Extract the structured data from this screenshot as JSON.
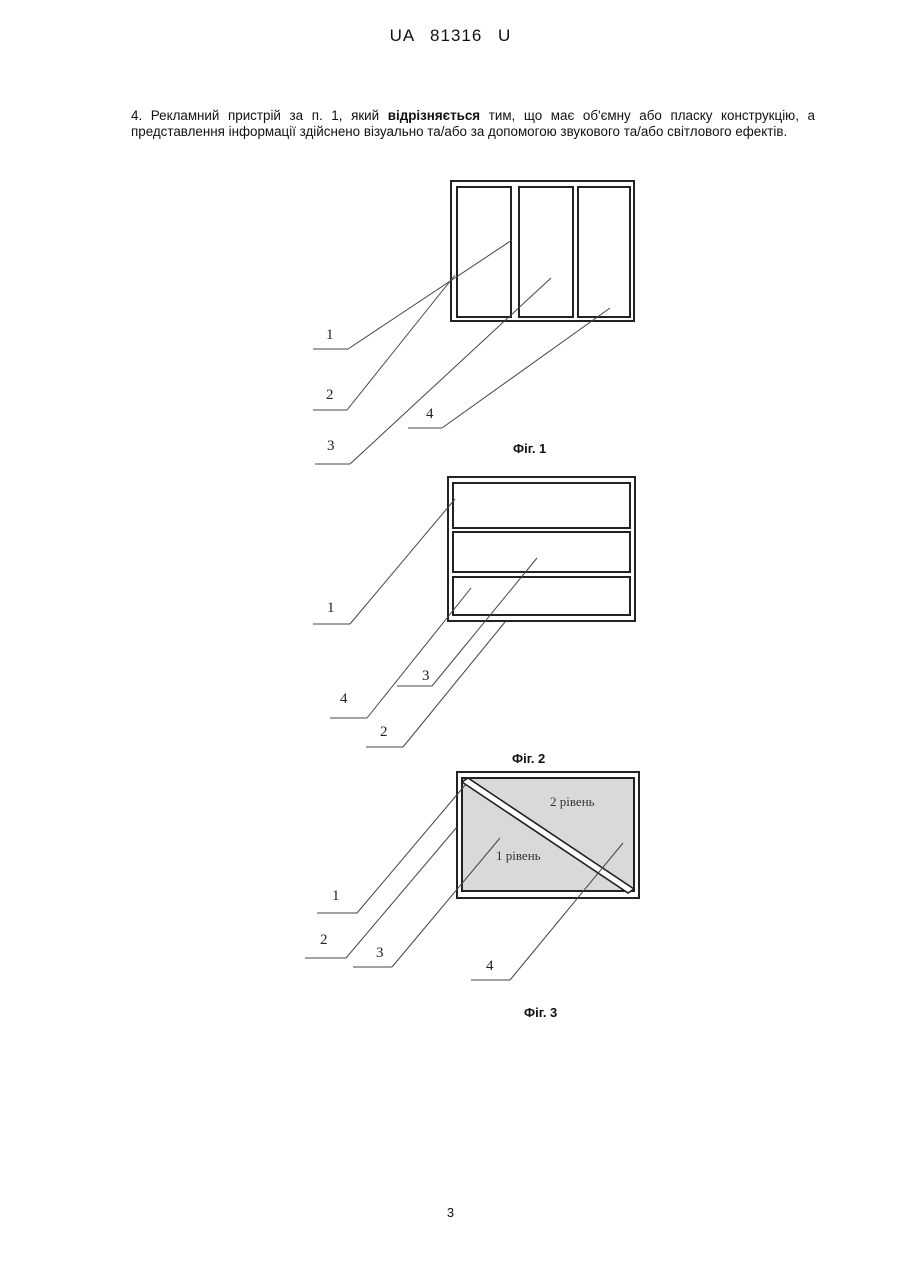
{
  "header": {
    "text": "UA   81316   U"
  },
  "claim": {
    "prefix": "4. Рекламний пристрій за п. 1, який ",
    "bold": "відрізняється",
    "suffix": " тим, що має об'ємну або пласку конструкцію, а представлення інформації здійснено візуально та/або за допомогою звукового та/або світлового ефектів."
  },
  "figures": [
    {
      "caption": "Фіг. 1",
      "labels": [
        "1",
        "2",
        "3",
        "4"
      ]
    },
    {
      "caption": "Фіг. 2",
      "labels": [
        "1",
        "4",
        "3",
        "2"
      ]
    },
    {
      "caption": "Фіг. 3",
      "labels": [
        "1",
        "2",
        "3",
        "4"
      ],
      "zone_labels": [
        "2 рівень",
        "1 рівень"
      ]
    }
  ],
  "page_number": "3"
}
